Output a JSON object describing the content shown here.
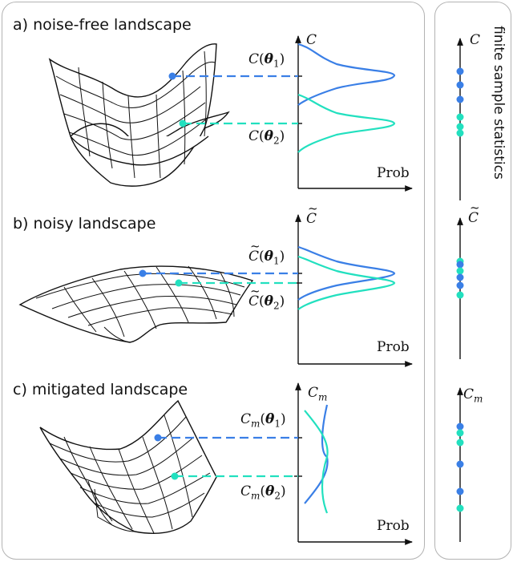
{
  "sections": [
    {
      "id": "a",
      "title": "a) noise-free landscape",
      "axis_label": "C",
      "p1_label": "C(θ₁)",
      "p2_label": "C(θ₂)",
      "x_label": "Prob"
    },
    {
      "id": "b",
      "title": "b) noisy landscape",
      "axis_label": "C̃",
      "p1_label": "C̃(θ₁)",
      "p2_label": "C̃(θ₂)",
      "x_label": "Prob"
    },
    {
      "id": "c",
      "title": "c) mitigated landscape",
      "axis_label": "Cm",
      "p1_label": "Cm(θ₁)",
      "p2_label": "Cm(θ₂)",
      "x_label": "Prob"
    }
  ],
  "side": {
    "title": "finite sample statistics",
    "axis_labels": [
      "C",
      "C̃",
      "Cm"
    ]
  },
  "colors": {
    "theta1": "#3a7fe6",
    "theta2": "#22e0bf",
    "axis": "#111111",
    "frame": "#b3b3b3"
  }
}
